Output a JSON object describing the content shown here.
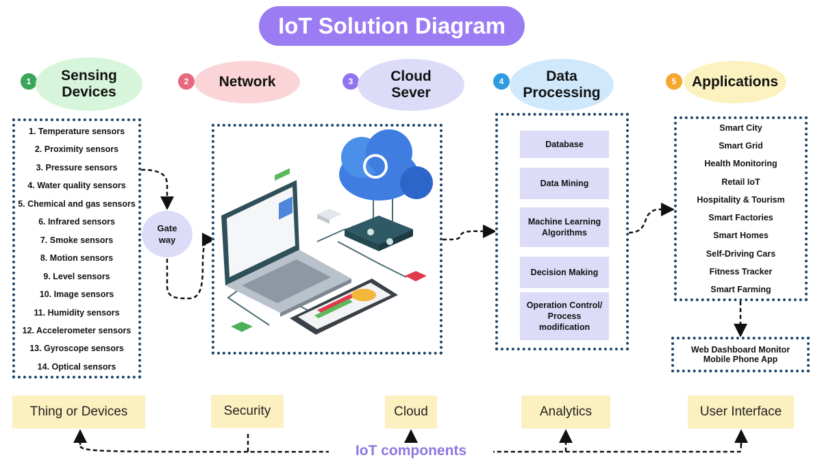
{
  "title": "IoT Solution Diagram",
  "stages": [
    {
      "num": "1",
      "label": "Sensing Devices",
      "num_color": "#3aa65a",
      "bubble_color": "#d7f5da"
    },
    {
      "num": "2",
      "label": "Network",
      "num_color": "#e8697d",
      "bubble_color": "#fbd4d7"
    },
    {
      "num": "3",
      "label": "Cloud Sever",
      "num_color": "#8f74ef",
      "bubble_color": "#dcdcf9"
    },
    {
      "num": "4",
      "label": "Data Processing",
      "num_color": "#2f9be0",
      "bubble_color": "#cfe8fb"
    },
    {
      "num": "5",
      "label": "Applications",
      "num_color": "#f3a72d",
      "bubble_color": "#fbf2c0"
    }
  ],
  "sensors": [
    "1. Temperature sensors",
    "2. Proximity sensors",
    "3. Pressure sensors",
    "4. Water quality sensors",
    "5. Chemical and gas sensors",
    "6. Infrared sensors",
    "7. Smoke sensors",
    "8. Motion sensors",
    "9. Level sensors",
    "10. Image sensors",
    "11. Humidity sensors",
    "12. Accelerometer sensors",
    "13. Gyroscope sensors",
    "14. Optical sensors"
  ],
  "gateway": "Gate way",
  "processing": [
    "Database",
    "Data Mining",
    "Machine Learning Algorithms",
    "Decision Making",
    "Operation Control/ Process modification"
  ],
  "applications": [
    "Smart City",
    "Smart Grid",
    "Health Monitoring",
    "Retail IoT",
    "Hospitality & Tourism",
    "Smart Factories",
    "Smart  Homes",
    "Self-Driving Cars",
    "Fitness Tracker",
    "Smart Farming"
  ],
  "interfaces": [
    "Web Dashboard Monitor",
    "Mobile Phone App"
  ],
  "components": [
    "Thing or Devices",
    "Security",
    "Cloud",
    "Analytics",
    "User Interface"
  ],
  "components_label": "IoT components",
  "colors": {
    "title": "#9b7cf3",
    "dotted_border": "#1d4466",
    "process_box": "#dcdcf9",
    "component_box": "#fcf0c0",
    "components_label": "#8d78e0"
  },
  "icons": [
    "laptop-icon",
    "cloud-sync-icon",
    "router-icon",
    "smartphone-icon"
  ]
}
